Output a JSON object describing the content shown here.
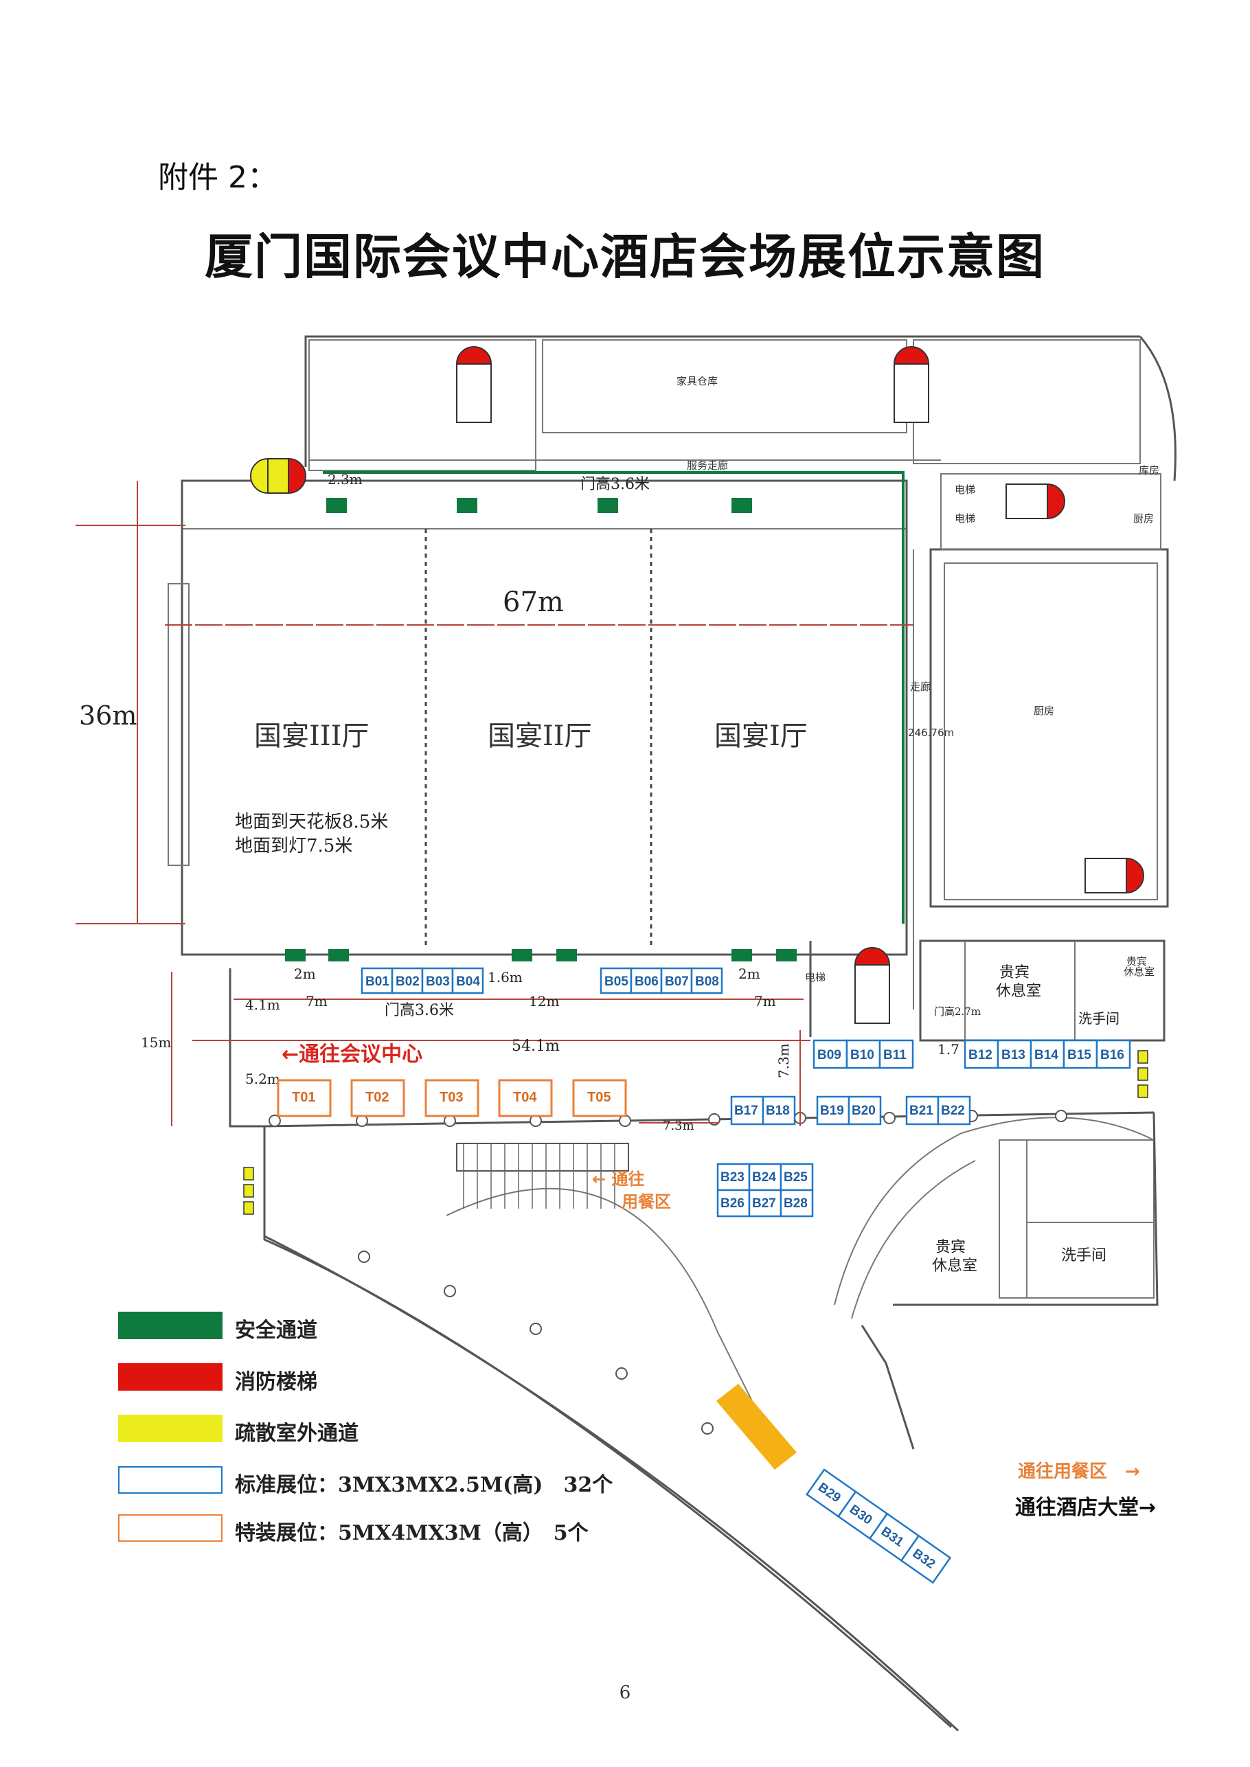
{
  "attachment_label": "附件 2：",
  "title": "厦门国际会议中心酒店会场展位示意图",
  "halls": {
    "hall3": "国宴III厅",
    "hall2": "国宴II厅",
    "hall1": "国宴I厅",
    "ceiling_line1": "地面到天花板8.5米",
    "ceiling_line2": "地面到灯7.5米"
  },
  "dimensions": {
    "width_67": "67m",
    "height_36": "36m",
    "door_height_top": "门高3.6米",
    "door_height_bottom": "门高3.6米",
    "d_2_3": "2.3m",
    "d_2m_left": "2m",
    "d_7m_left": "7m",
    "d_1_6": "1.6m",
    "d_12": "12m",
    "d_2m_right": "2m",
    "d_7m_right": "7m",
    "d_4_1": "4.1m",
    "d_15": "15m",
    "d_54_1": "54.1m",
    "d_5_2": "5.2m",
    "d_7_3_v": "7.3m",
    "d_7_3_h": "7.3m",
    "d_1_7": "1.7",
    "door_2_7": "门高2.7m",
    "d_246": "246.76m"
  },
  "rooms": {
    "furniture_storage": "家具仓库",
    "service_corridor": "服务走廊",
    "elevator1": "电梯",
    "elevator2": "电梯",
    "elevator3": "电梯",
    "kitchen": "厨房",
    "corridor": "走廊",
    "kitchen2": "厨房",
    "vip_room1": "贵宾\n休息室",
    "washroom1": "洗手间",
    "vip_room_small": "贵宾\n休息室",
    "vip_room2": "贵宾\n休息室",
    "washroom2": "洗手间",
    "storage2": "库房"
  },
  "booths_top": [
    "B01",
    "B02",
    "B03",
    "B04",
    "B05",
    "B06",
    "B07",
    "B08"
  ],
  "booths_row2": [
    "B09",
    "B10",
    "B11",
    "B12",
    "B13",
    "B14",
    "B15",
    "B16"
  ],
  "booths_row3": [
    "B17",
    "B18",
    "B19",
    "B20",
    "B21",
    "B22"
  ],
  "booths_block": [
    "B23",
    "B24",
    "B25",
    "B26",
    "B27",
    "B28"
  ],
  "booths_diag": [
    "B29",
    "B30",
    "B31",
    "B32"
  ],
  "special_booths": [
    "T01",
    "T02",
    "T03",
    "T04",
    "T05"
  ],
  "directions": {
    "to_conference_center": "←通往会议中心",
    "to_dining_line1": "← 通往",
    "to_dining_line2": "用餐区",
    "to_dining_right": "通往用餐区　→",
    "to_hotel_lobby": "通往酒店大堂→"
  },
  "legend": [
    {
      "label": "安全通道",
      "color": "#0f7a3e",
      "kind": "fill"
    },
    {
      "label": "消防楼梯",
      "color": "#e0140f",
      "kind": "fill"
    },
    {
      "label": "疏散室外通道",
      "color": "#ecec1c",
      "kind": "fill"
    },
    {
      "label": "标准展位：3MX3MX2.5M(高)　32个",
      "color": "#1f78c8",
      "kind": "outline"
    },
    {
      "label": "特装展位：5MX4MX3M（高）　5个",
      "color": "#e8823a",
      "kind": "outline"
    }
  ],
  "page_number": "6"
}
